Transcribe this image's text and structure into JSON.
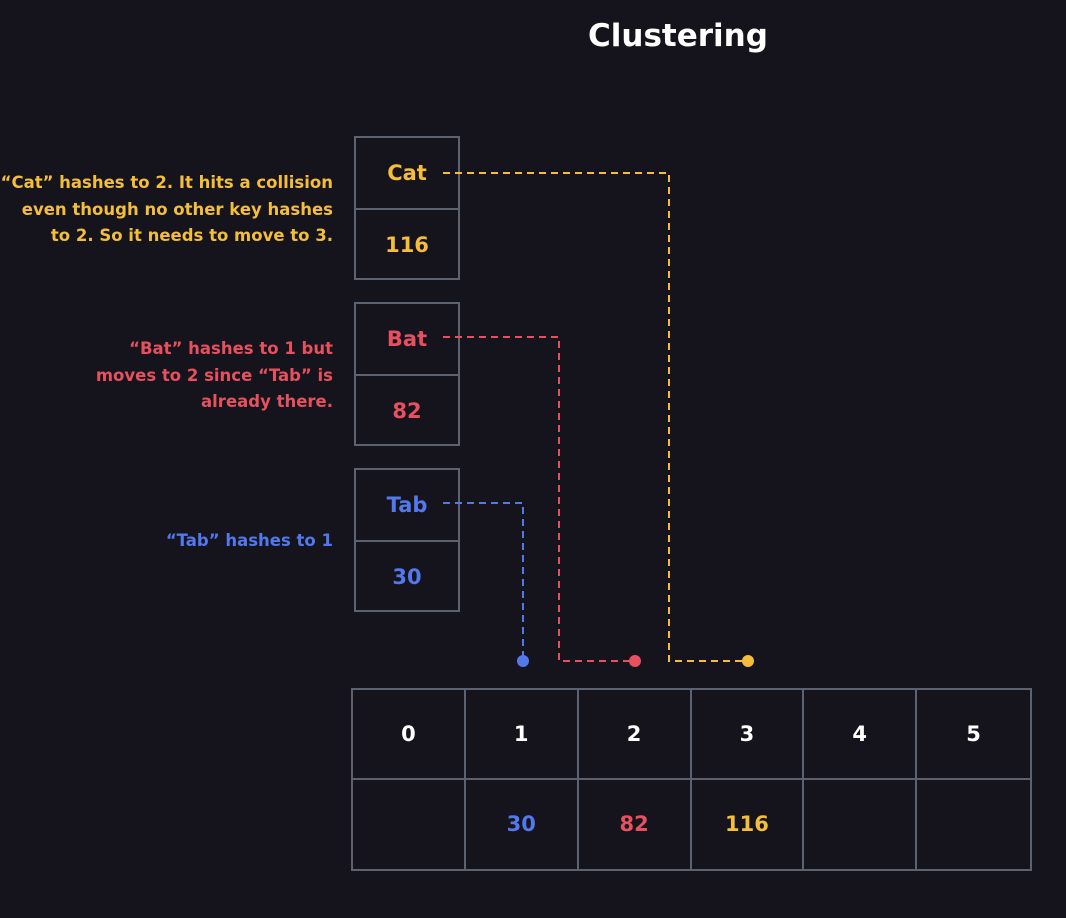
{
  "title": "Clustering",
  "colors": {
    "background": "#15141d",
    "border": "#5d6270",
    "cat": "#f5be3a",
    "bat": "#e6505f",
    "tab": "#5278ec",
    "text": "#ffffff"
  },
  "notes": {
    "cat": [
      "“Cat” hashes to 2. It hits a collision",
      "even though no other key hashes",
      "to 2. So it needs to move to 3."
    ],
    "bat": [
      "“Bat” hashes to 1 but",
      "moves to 2 since “Tab” is",
      "already there."
    ],
    "tab": [
      "“Tab” hashes to 1"
    ]
  },
  "entries": {
    "cat": {
      "key": "Cat",
      "value": "116"
    },
    "bat": {
      "key": "Bat",
      "value": "82"
    },
    "tab": {
      "key": "Tab",
      "value": "30"
    }
  },
  "table": {
    "indices": [
      "0",
      "1",
      "2",
      "3",
      "4",
      "5"
    ],
    "values": [
      "",
      "30",
      "82",
      "116",
      "",
      ""
    ]
  }
}
